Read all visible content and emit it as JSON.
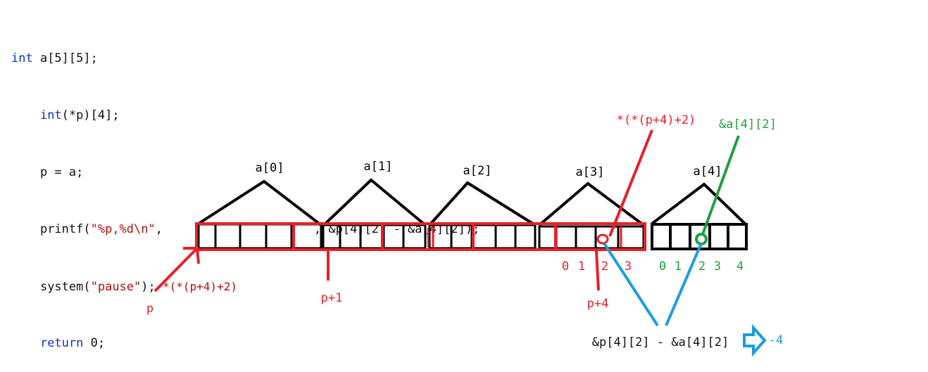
{
  "code": {
    "line1_kw": "int",
    "line1_rest": " a[5][5];",
    "line2_kw": "int",
    "line2_rest": "(*p)[4];",
    "line3": "p = a;",
    "line4_fn": "printf(",
    "line4_str": "\"%p,%d\\n\"",
    "line4_mid": ",",
    "line4_tail": ", &p[4][2] - &a[4][2]);",
    "line5_fn": "system(",
    "line5_str": "\"pause\"",
    "line5_end": ");",
    "line6_kw": "return",
    "line6_rest": " 0;",
    "inline_annotation": "*(*(p+4)+2)"
  },
  "diagram": {
    "row_labels": [
      "a[0]",
      "a[1]",
      "a[2]",
      "a[3]",
      "a[4]"
    ],
    "red_index_labels": [
      "0",
      "1",
      "2",
      "3"
    ],
    "green_index_labels": [
      "0",
      "1",
      "2",
      "3",
      "4"
    ],
    "pointer_p": "p",
    "pointer_p1": "p+1",
    "pointer_p4": "p+4",
    "annotation_red": "*(*(p+4)+2)",
    "annotation_green": "&a[4][2]",
    "bottom_expr": "&p[4][2] - &a[4][2]",
    "result": "-4",
    "colors": {
      "red": "#e8202a",
      "green": "#20a040",
      "blue": "#1a9ee0",
      "black": "#000000",
      "keyword": "#1030c0",
      "string": "#b01010"
    }
  }
}
